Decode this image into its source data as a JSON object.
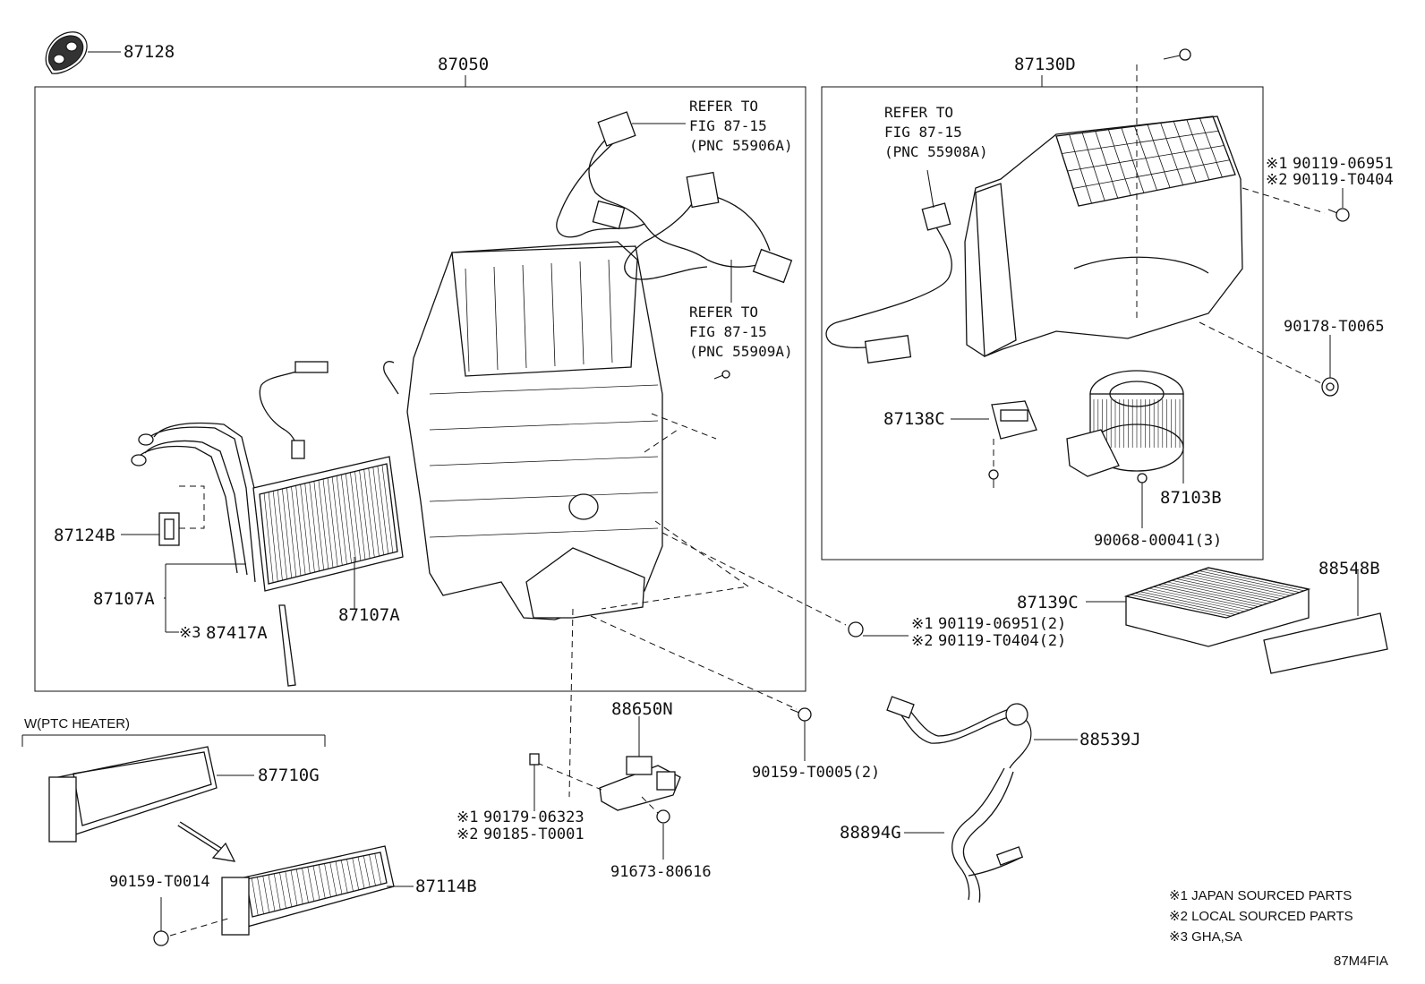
{
  "callouts": {
    "p87128": "87128",
    "p87050": "87050",
    "p87130D": "87130D",
    "p87124B": "87124B",
    "p87107A_left": "87107A",
    "p87107A_core": "87107A",
    "p87417A": "87417A",
    "p87138C": "87138C",
    "p87103B": "87103B",
    "p90068": "90068-00041(3)",
    "p90178": "90178-T0065",
    "p90119_top_1": "90119-06951",
    "p90119_top_2": "90119-T0404",
    "p90119_mid_1": "90119-06951(2)",
    "p90119_mid_2": "90119-T0404(2)",
    "p87139C": "87139C",
    "p88548B": "88548B",
    "p88650N": "88650N",
    "p90159_T0005": "90159-T0005(2)",
    "p88539J": "88539J",
    "p88894G": "88894G",
    "p90179": "90179-06323",
    "p90185": "90185-T0001",
    "p91673": "91673-80616",
    "p87710G": "87710G",
    "p87114B": "87114B",
    "p90159_T0014": "90159-T0014"
  },
  "refs": {
    "ref1": [
      "REFER TO",
      "FIG 87-15",
      "(PNC 55906A)"
    ],
    "ref2": [
      "REFER TO",
      "FIG 87-15",
      "(PNC 55909A)"
    ],
    "ref3": [
      "REFER TO",
      "FIG 87-15",
      "(PNC 55908A)"
    ]
  },
  "marks": {
    "m1": "※1",
    "m2": "※2",
    "m3": "※3"
  },
  "section": {
    "ptc_heater": "W(PTC HEATER)"
  },
  "notes": {
    "n1": "※1 JAPAN SOURCED PARTS",
    "n2": "※2 LOCAL SOURCED PARTS",
    "n3": "※3 GHA,SA"
  },
  "diagram_code": "87M4FIA"
}
